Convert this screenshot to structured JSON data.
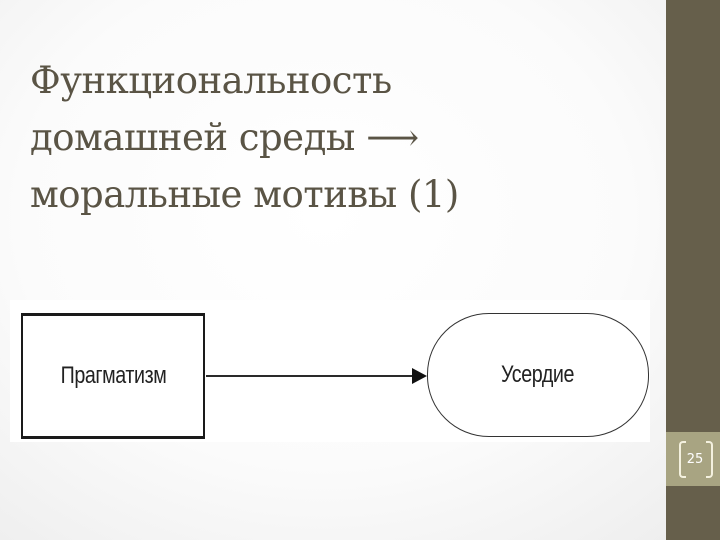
{
  "slide": {
    "title_lines": [
      "Функциональность",
      "домашней среды ⟶",
      "моральные мотивы (1)"
    ],
    "page_number": "25"
  },
  "diagram": {
    "source_node": {
      "label": "Прагматизм",
      "shape": "rectangle"
    },
    "target_node": {
      "label": "Усердие",
      "shape": "terminator"
    },
    "edge": {
      "from": "Прагматизм",
      "to": "Усердие",
      "style": "solid-arrow"
    }
  },
  "colors": {
    "title_text": "#5a5445",
    "sidebar": "#665f4b",
    "page_band": "#a8a482",
    "page_text": "#ffffff"
  }
}
